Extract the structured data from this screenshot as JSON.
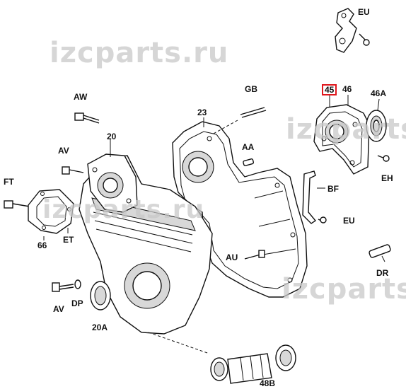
{
  "watermarks": [
    "izcparts.ru",
    "izcparts.ru",
    "izcparts.ru",
    "izcparts.ru"
  ],
  "labels": {
    "eu_top": "EU",
    "p45": "45",
    "p46": "46",
    "p46a": "46A",
    "eh": "EH",
    "bf": "BF",
    "eu_mid": "EU",
    "dr": "DR",
    "aw": "AW",
    "p20": "20",
    "av_top": "AV",
    "ft": "FT",
    "p66": "66",
    "et": "ET",
    "gb": "GB",
    "p23": "23",
    "aa": "AA",
    "au": "AU",
    "av_bottom": "AV",
    "dp": "DP",
    "p20a": "20A",
    "p48b": "48B"
  },
  "highlight_color": "#e0161c"
}
